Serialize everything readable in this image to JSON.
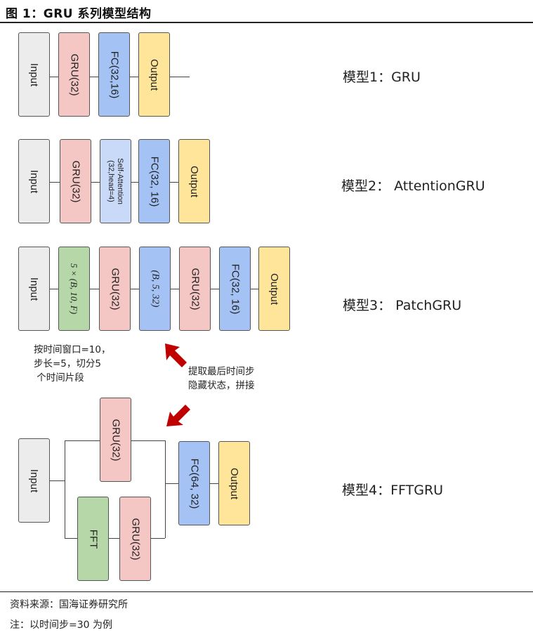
{
  "title": "图 1：GRU 系列模型结构",
  "colors": {
    "gray": "#ececec",
    "pink": "#f4c7c5",
    "blue": "#a4c2f4",
    "light_blue": "#c9daf8",
    "yellow": "#ffe599",
    "green": "#b6d7a8",
    "arrow": "#c00000"
  },
  "model1": {
    "label": "模型1：GRU",
    "blocks": [
      "Input",
      "GRU(32)",
      "FC(32,16)",
      "Output"
    ]
  },
  "model2": {
    "label": "模型2： AttentionGRU",
    "blocks": [
      "Input",
      "GRU(32)",
      "Self-Attention\n(32,head=4)",
      "FC(32, 16)",
      "Output"
    ]
  },
  "model3": {
    "label": "模型3： PatchGRU",
    "blocks": [
      "Input",
      "5 × (B, 10, F)",
      "GRU(32)",
      "(B, 5, 32)",
      "GRU(32)",
      "FC(32, 16)",
      "Output"
    ]
  },
  "note_left": "按时间窗口=10，\n步长=5，切分5\n 个时间片段",
  "note_right": "提取最后时间步\n隐藏状态，拼接",
  "model4": {
    "label": "模型4：FFTGRU",
    "blocks": [
      "Input",
      "GRU(32)",
      "FFT",
      "GRU(32)",
      "FC(64, 32)",
      "Output"
    ]
  },
  "footer": {
    "source": "资料来源：国海证券研究所",
    "note": "注：以时间步=30 为例"
  }
}
